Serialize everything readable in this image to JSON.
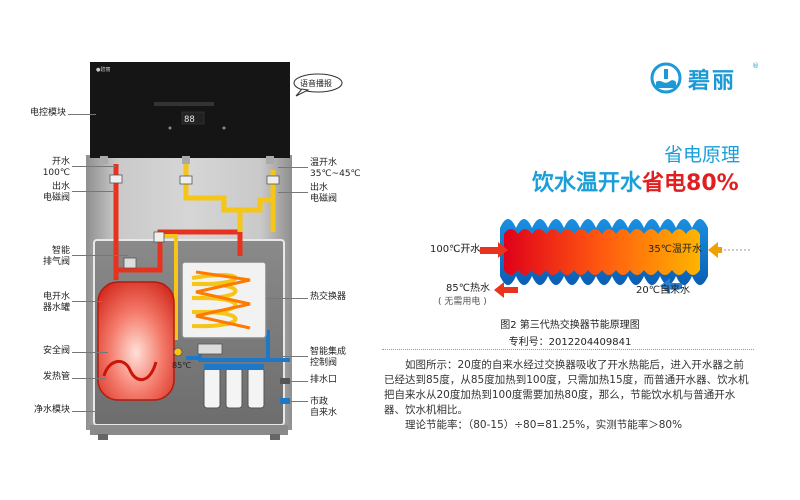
{
  "brand": {
    "name": "碧丽",
    "reg": "®",
    "logo_icon": "water-drop-logo-icon",
    "color": "#1c9ad6"
  },
  "machine": {
    "voice_bubble": "语音播报",
    "labels": {
      "control_module": "电控模块",
      "boil_out": "开水\n100℃",
      "boil_valve": "出水\n电磁阀",
      "vent_valve": "智能\n排气阀",
      "tank": "电开水\n器水罐",
      "safety_valve": "安全阀",
      "heater": "发热管",
      "filter": "净水模块",
      "warm_out": "温开水\n35℃~45℃",
      "warm_valve": "出水\n电磁阀",
      "exchanger": "热交换器",
      "control_valve": "智能集成\n控制阀",
      "drain": "排水口",
      "tap_water": "市政\n自来水",
      "temp_85": "85℃"
    }
  },
  "headline": {
    "line1": "省电原理",
    "line2_prefix": "饮水温开水",
    "line2_highlight": "省电80%"
  },
  "exchanger_diagram": {
    "hot_in": "100℃开水",
    "warm_out": "35℃温开水",
    "hot_out": "85℃热水",
    "no_power": "( 无需用电 )",
    "cold_in": "20℃自来水",
    "caption1": "图2  第三代热交换器节能原理图",
    "caption2": "专利号：2012204409841"
  },
  "description": {
    "para": "如图所示：20度的自来水经过交换器吸收了开水热能后，进入开水器之前已经达到85度，从85度加热到100度，只需加热15度，而普通开水器、饮水机把自来水从20度加热到100度需要加热80度，那么，节能饮水机与普通开水器、饮水机相比。",
    "formula": "理论节能率：（80-15）÷80=81.25%，实测节能率＞80%"
  },
  "colors": {
    "hot": "#e6321e",
    "warm": "#f5c518",
    "cold": "#1e78c8",
    "cabinet": "#b9b9b9",
    "panel": "#1a1a1a"
  }
}
